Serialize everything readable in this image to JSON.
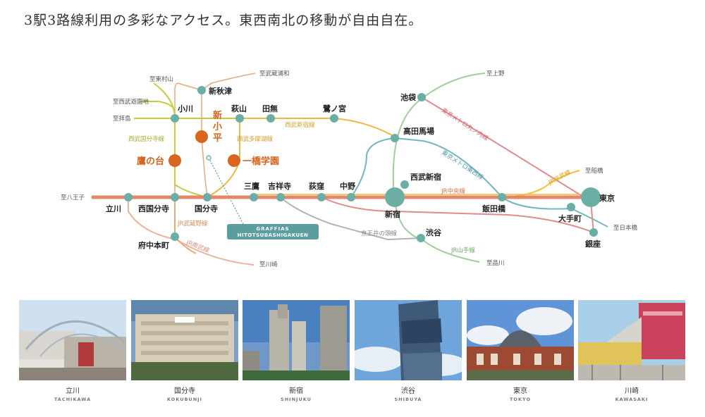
{
  "headline": "3駅3路線利用の多彩なアクセス。東西南北の移動が自由自在。",
  "colors": {
    "chuo": "#e3876a",
    "seibu_kokubunji": "#c8cc3c",
    "seibu_shinjuku": "#f0b840",
    "seibu_tamako": "#f0b840",
    "musashino": "#e8a878",
    "nambu": "#eab29a",
    "marunouchi": "#e48a8c",
    "tozai": "#6fb7c0",
    "yamanote": "#9fce9a",
    "sobu": "#f2c236",
    "keio": "#b3b3b3",
    "haijima": "#e2a67c",
    "station": "#6aaea6",
    "highlight": "#d9641e",
    "badge": "#5c9ea0"
  },
  "stations": {
    "tachikawa": "立川",
    "nishikokubunji": "西国分寺",
    "kokubunji": "国分寺",
    "mitaka": "三鷹",
    "kichijoji": "吉祥寺",
    "ogikubo": "荻窪",
    "nakano": "中野",
    "shinjuku": "新宿",
    "iidabashi": "飯田橋",
    "tokyo": "東京",
    "otemachi": "大手町",
    "ginza": "銀座",
    "shibuya": "渋谷",
    "seibushinjuku": "西武新宿",
    "takadanobaba": "高田馬場",
    "ikebukuro": "池袋",
    "saginomiya": "鷺ノ宮",
    "tanashi": "田無",
    "hanakoganei": "",
    "ogawa": "小川",
    "hagiyama": "萩山",
    "shinakitsu": "新秋津",
    "fuchuhonmachi": "府中本町",
    "takanodai": "鷹の台",
    "hitotsubashigakuen": "一橋学園",
    "shinkodaira": "新\n小\n平"
  },
  "destinations": {
    "hachioji": "至八王子",
    "higashimurayama": "至東村山",
    "seibuyuenchi": "至西武遊園地",
    "haijima": "至拝島",
    "musashiurawa": "至武蔵浦和",
    "ueno": "至上野",
    "funabashi": "至船橋",
    "nihonbashi": "至日本橋",
    "shinagawa": "至品川",
    "kawasaki": "至川崎"
  },
  "lines": {
    "chuo": "JR中央線",
    "seibu_kokubunji": "西武国分寺線",
    "seibu_shinjuku": "西武新宿線",
    "seibu_tamako": "西武多摩湖線",
    "musashino": "JR武蔵野線",
    "nambu": "JR南武線",
    "marunouchi": "東京メトロ丸ノ内線",
    "tozai": "東京メトロ東西線",
    "yamanote": "JR山手線",
    "sobu": "JR総武線",
    "keio": "京王井の頭線"
  },
  "badge": {
    "line1": "GRAFFIAS",
    "line2": "HITOTSUBASHIGAKUEN"
  },
  "photos": [
    {
      "jp": "立川",
      "en": "TACHIKAWA"
    },
    {
      "jp": "国分寺",
      "en": "KOKUBUNJI"
    },
    {
      "jp": "新宿",
      "en": "SHINJUKU"
    },
    {
      "jp": "渋谷",
      "en": "SHIBUYA"
    },
    {
      "jp": "東京",
      "en": "TOKYO"
    },
    {
      "jp": "川崎",
      "en": "KAWASAKI"
    }
  ]
}
